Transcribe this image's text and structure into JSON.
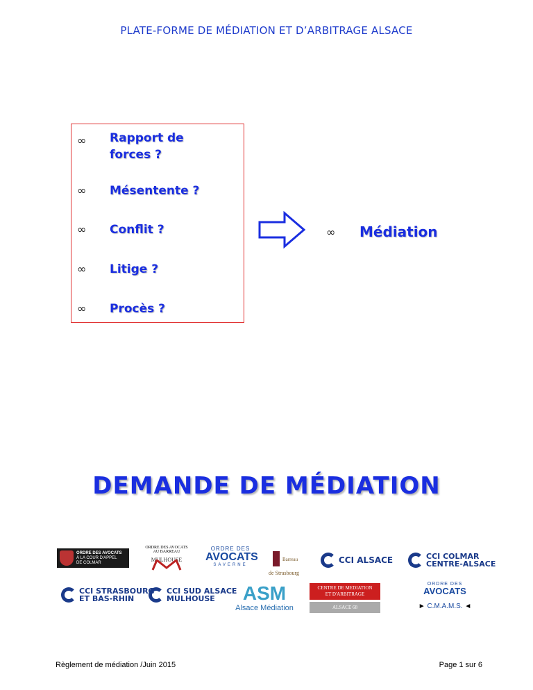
{
  "header": {
    "title": "PLATE-FORME DE MÉDIATION ET D’ARBITRAGE ALSACE"
  },
  "list": {
    "bullet": "∞",
    "items": [
      "Rapport de forces ?",
      "Mésentente ?",
      "Conflit ?",
      "Litige ?",
      "Procès ?"
    ]
  },
  "result": {
    "bullet": "∞",
    "label": "Médiation"
  },
  "title": "DEMANDE DE MÉDIATION",
  "logos": {
    "colmar": {
      "l1": "ORDRE DES AVOCATS",
      "l2": "À LA COUR D'APPEL",
      "l3": "DE COLMAR"
    },
    "mulhouse": {
      "l1": "ORDRE DES AVOCATS",
      "l2": "AU BARREAU",
      "l3": "MULHOUSE"
    },
    "saverne": {
      "l1": "ORDRE DES",
      "l2": "AVOCATS",
      "l3": "SAVERNE"
    },
    "strasbourg": {
      "l1": "Barreau",
      "l2": "de Strasbourg"
    },
    "cci_alsace": {
      "label": "CCI ALSACE"
    },
    "cci_colmar": {
      "l1": "CCI COLMAR",
      "l2": "CENTRE-ALSACE"
    },
    "cci_strasbourg": {
      "l1": "CCI STRASBOURG",
      "l2": "ET BAS-RHIN"
    },
    "cci_sud": {
      "l1": "CCI SUD ALSACE",
      "l2": "MULHOUSE"
    },
    "asm": {
      "l1": "ASM",
      "l2": "Alsace Médiation"
    },
    "centre": {
      "l1": "CENTRE DE MEDIATION",
      "l2": "ET D'ARBITRAGE",
      "l3": "ALSACE 68"
    },
    "cmams": {
      "l1": "ORDRE DES",
      "l2": "AVOCATS",
      "l3": "C.M.A.M.S."
    }
  },
  "footer": {
    "left": "Règlement de médiation /Juin 2015",
    "right": "Page 1 sur 6"
  },
  "colors": {
    "accent": "#1a2ee0",
    "header": "#1f3ccc",
    "box_border": "#e03030",
    "cci": "#1a3a8a",
    "centre_red": "#cc1f1f"
  }
}
